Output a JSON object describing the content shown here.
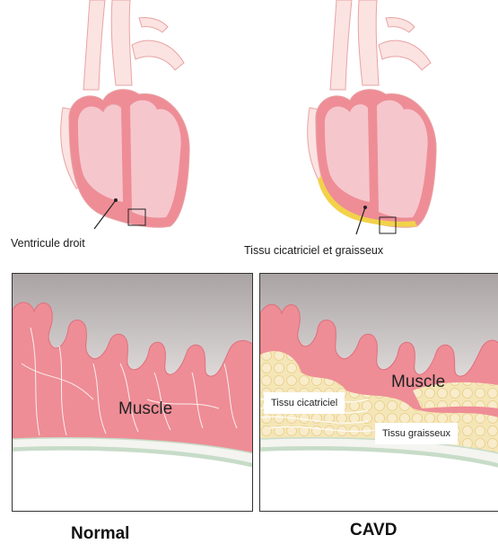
{
  "top": {
    "left_label": "Ventricule droit",
    "right_label": "Tissu cicatriciel et graisseux"
  },
  "panels": {
    "left": {
      "muscle_label": "Muscle",
      "title": "Normal"
    },
    "right": {
      "muscle_label": "Muscle",
      "scar_label": "Tissu cicatriciel",
      "fat_label": "Tissu graisseux",
      "title": "CAVD"
    }
  },
  "colors": {
    "muscle": "#ee8d96",
    "muscle_dark": "#e06f7c",
    "heart_fill": "#f6c6cd",
    "vessel_line": "#e9a3a5",
    "fat": "#f5e6b8",
    "fat_yellow": "#f2d24a",
    "bg_gradient_top": "#a9a3a3",
    "bg_gradient_bottom": "#e7e2e2",
    "membrane": "#c7dcc8"
  }
}
